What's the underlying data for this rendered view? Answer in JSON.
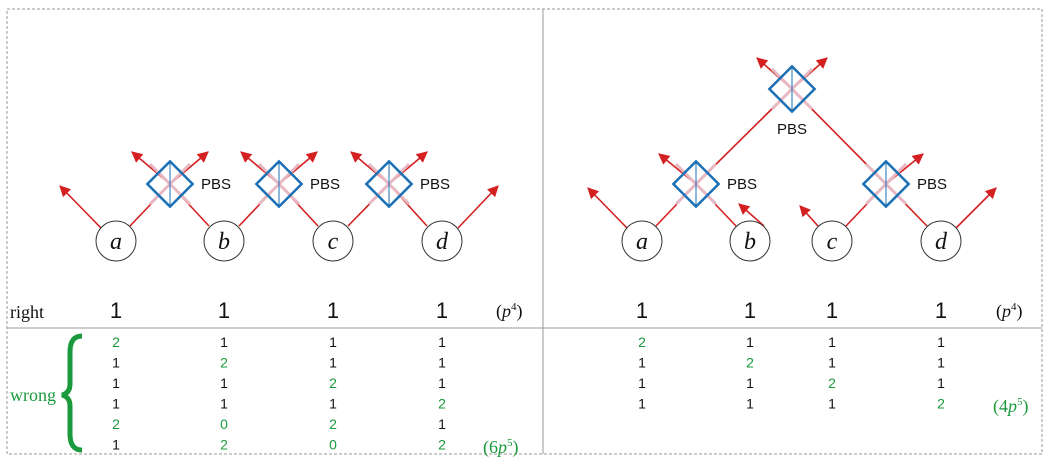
{
  "colors": {
    "pbs_border": "#1a6fb5",
    "pbs_cross": "#e8b8c2",
    "beam": "#d42020",
    "green": "#1a9a3c",
    "text": "#111111",
    "frame": "#9a9a9a"
  },
  "labels": {
    "pbs": "PBS",
    "right": "right",
    "wrong": "wrong"
  },
  "left_panel": {
    "nodes": [
      "a",
      "b",
      "c",
      "d"
    ],
    "right_row": [
      "1",
      "1",
      "1",
      "1"
    ],
    "right_term": {
      "coef": "",
      "base": "p",
      "exp": "4"
    },
    "wrong_rows": [
      [
        "2",
        "1",
        "1",
        "1"
      ],
      [
        "1",
        "2",
        "1",
        "1"
      ],
      [
        "1",
        "1",
        "2",
        "1"
      ],
      [
        "1",
        "1",
        "1",
        "2"
      ],
      [
        "2",
        "0",
        "2",
        "1"
      ],
      [
        "1",
        "2",
        "0",
        "2"
      ]
    ],
    "wrong_colors": [
      [
        "g",
        "k",
        "k",
        "k"
      ],
      [
        "k",
        "g",
        "k",
        "k"
      ],
      [
        "k",
        "k",
        "g",
        "k"
      ],
      [
        "k",
        "k",
        "k",
        "g"
      ],
      [
        "g",
        "g",
        "g",
        "k"
      ],
      [
        "k",
        "g",
        "g",
        "g"
      ]
    ],
    "wrong_term": {
      "coef": "6",
      "base": "p",
      "exp": "5"
    }
  },
  "right_panel": {
    "nodes": [
      "a",
      "b",
      "c",
      "d"
    ],
    "right_row": [
      "1",
      "1",
      "1",
      "1"
    ],
    "right_term": {
      "coef": "",
      "base": "p",
      "exp": "4"
    },
    "wrong_rows": [
      [
        "2",
        "1",
        "1",
        "1"
      ],
      [
        "1",
        "2",
        "1",
        "1"
      ],
      [
        "1",
        "1",
        "2",
        "1"
      ],
      [
        "1",
        "1",
        "1",
        "2"
      ]
    ],
    "wrong_colors": [
      [
        "g",
        "k",
        "k",
        "k"
      ],
      [
        "k",
        "g",
        "k",
        "k"
      ],
      [
        "k",
        "k",
        "g",
        "k"
      ],
      [
        "k",
        "k",
        "k",
        "g"
      ]
    ],
    "wrong_term": {
      "coef": "4",
      "base": "p",
      "exp": "5"
    }
  }
}
